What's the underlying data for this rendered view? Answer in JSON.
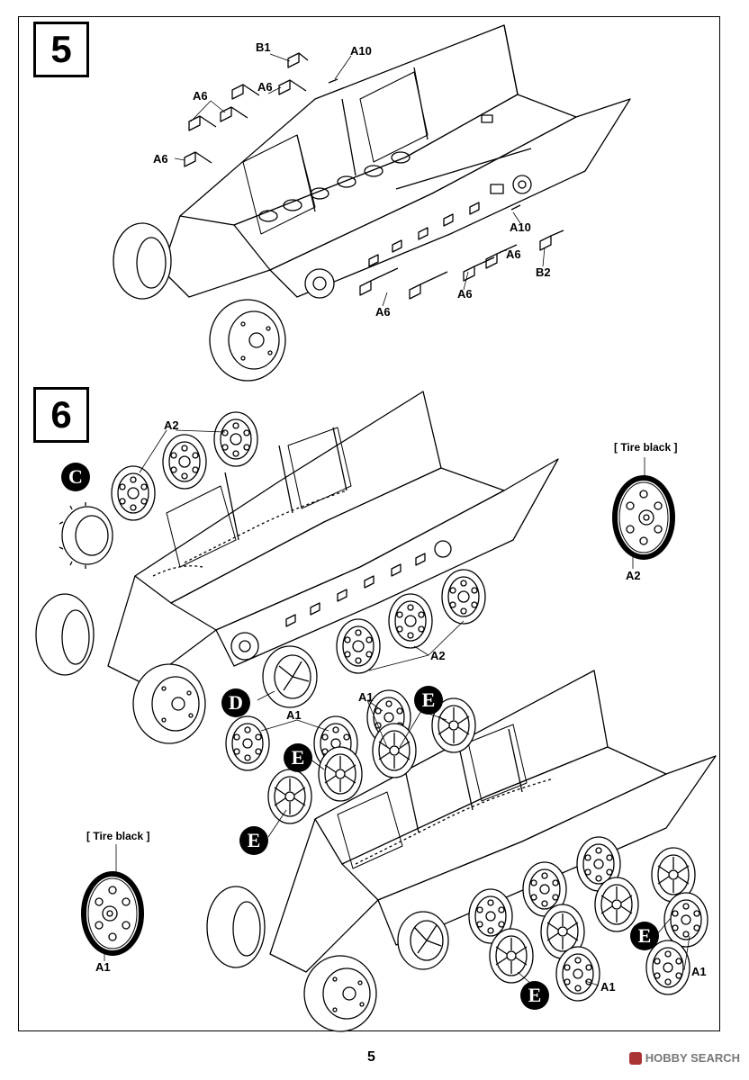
{
  "page": {
    "number": "5"
  },
  "steps": [
    {
      "number": "5"
    },
    {
      "number": "6"
    }
  ],
  "step5_labels": [
    "B1",
    "A10",
    "A6",
    "A6",
    "A6",
    "A10",
    "A6",
    "B2",
    "A6",
    "A6"
  ],
  "step6_labels": {
    "a2": [
      "A2",
      "A2"
    ],
    "a1": [
      "A1",
      "A1",
      "A1",
      "A1"
    ],
    "circled": [
      "C",
      "D",
      "E",
      "E",
      "E",
      "E",
      "E"
    ]
  },
  "tire_notes": {
    "top": {
      "text": "[ Tire black ]",
      "part": "A2"
    },
    "bottom": {
      "text": "[ Tire black ]",
      "part": "A1"
    }
  },
  "watermark": {
    "text": "HOBBY SEARCH"
  }
}
